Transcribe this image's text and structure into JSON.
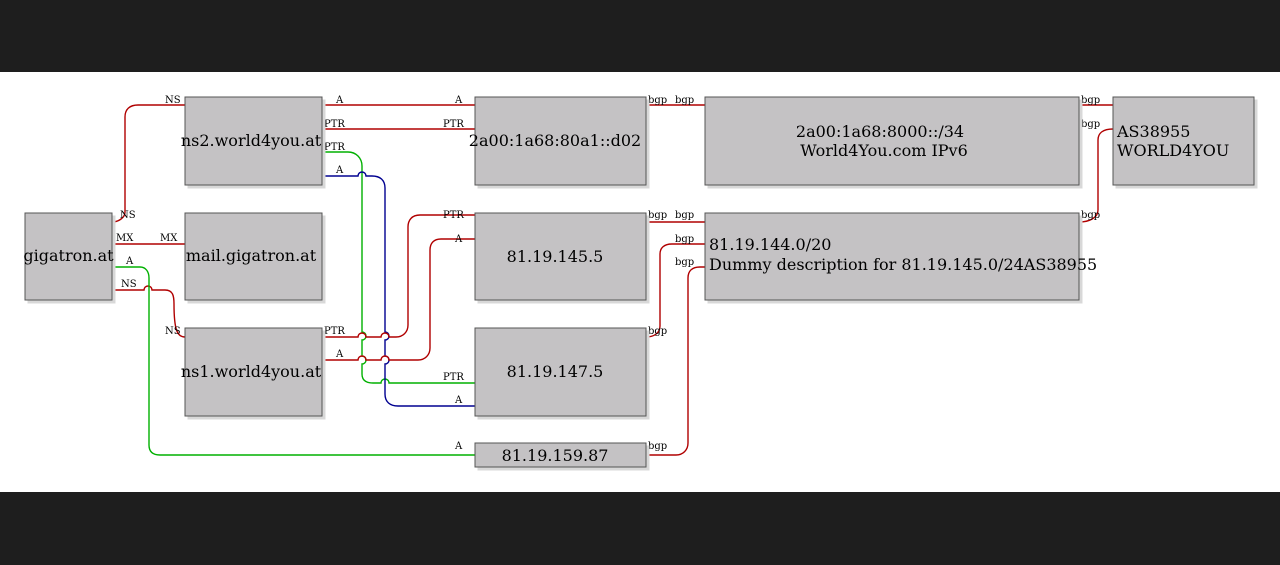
{
  "diagram": {
    "nodes": {
      "gigatron": "gigatron.at",
      "ns2": "ns2.world4you.at",
      "mail": "mail.gigatron.at",
      "ns1": "ns1.world4you.at",
      "v6host": "2a00:1a68:80a1::d02",
      "ip145": "81.19.145.5",
      "ip147": "81.19.147.5",
      "ip159": "81.19.159.87",
      "net6": {
        "line1": "2a00:1a68:8000::/34",
        "line2": "World4You.com IPv6"
      },
      "net4": {
        "line1": "81.19.144.0/20",
        "line2": "Dummy description for 81.19.145.0/24AS38955"
      },
      "as": {
        "line1": "AS38955",
        "line2": "WORLD4YOU"
      }
    },
    "edge_labels": {
      "ns": "NS",
      "mx": "MX",
      "a": "A",
      "ptr": "PTR",
      "bgp": "bgp"
    },
    "colors": {
      "node_fill": "#c4c2c4",
      "red": "#b00000",
      "green": "#00b000",
      "blue": "#000090"
    }
  }
}
